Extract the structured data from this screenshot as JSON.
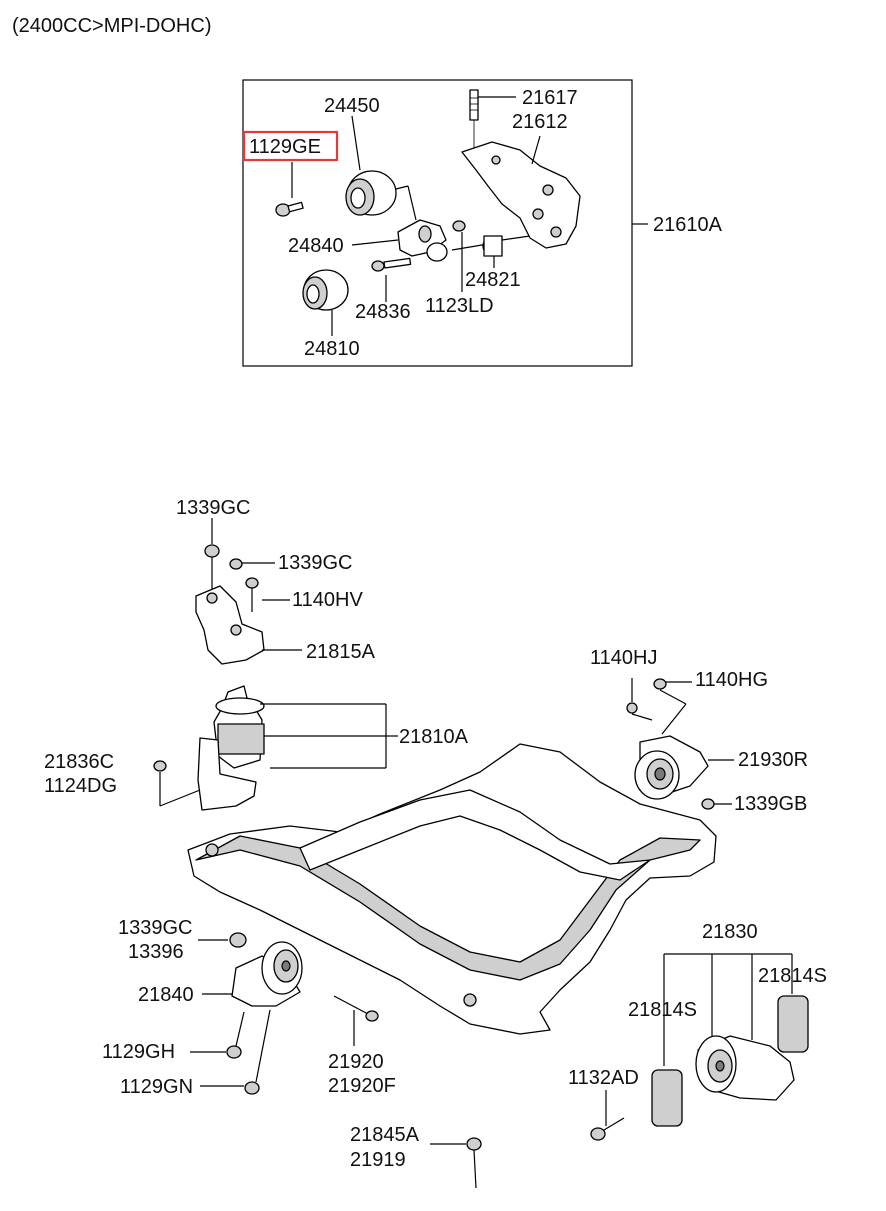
{
  "header": {
    "engine_spec": "(2400CC>MPI-DOHC)"
  },
  "highlight_color": "#e53935",
  "labels": {
    "p24450": "24450",
    "p1129GE": "1129GE",
    "p21617": "21617",
    "p21612": "21612",
    "p21610A": "21610A",
    "p24840": "24840",
    "p24821": "24821",
    "p24836": "24836",
    "p1123LD": "1123LD",
    "p24810": "24810",
    "p1339GC_a": "1339GC",
    "p1339GC_b": "1339GC",
    "p1140HV": "1140HV",
    "p21815A": "21815A",
    "p1140HJ": "1140HJ",
    "p1140HG": "1140HG",
    "p21810A": "21810A",
    "p21930R": "21930R",
    "p21836C": "21836C",
    "p1124DG": "1124DG",
    "p1339GB": "1339GB",
    "p1339GC_c": "1339GC",
    "p13396": "13396",
    "p21830": "21830",
    "p21814S_a": "21814S",
    "p21814S_b": "21814S",
    "p21840": "21840",
    "p1129GH": "1129GH",
    "p21920": "21920",
    "p21920F": "21920F",
    "p1132AD": "1132AD",
    "p1129GN": "1129GN",
    "p21845A": "21845A",
    "p21919": "21919"
  }
}
